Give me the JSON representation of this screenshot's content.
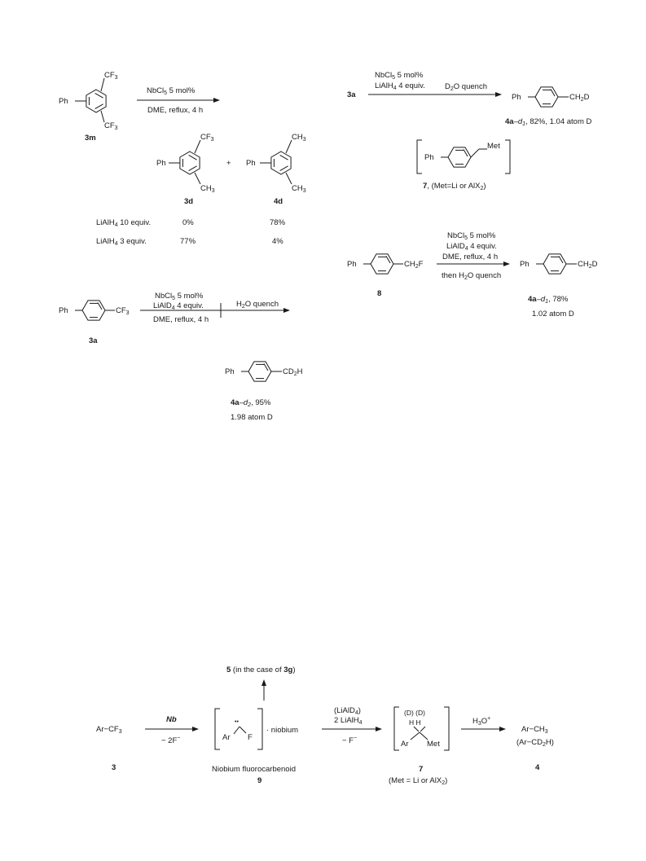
{
  "scheme_a": {
    "start_label": "3m",
    "start_ph": "Ph",
    "start_cf3_top": "CF",
    "start_cf3_top_sub": "3",
    "start_cf3_bot": "CF",
    "start_cf3_bot_sub": "3",
    "reagent_1_pre": "NbCl",
    "reagent_1_sub": "5",
    "reagent_1_post": " 5 mol%",
    "conditions": "DME, reflux, 4 h",
    "product_3d": {
      "label": "3d",
      "ph": "Ph",
      "top": "CF",
      "top_sub": "3",
      "bot": "CH",
      "bot_sub": "3"
    },
    "plus": "+",
    "product_4d": {
      "label": "4d",
      "ph": "Ph",
      "top": "CH",
      "top_sub": "3",
      "bot": "CH",
      "bot_sub": "3"
    },
    "rows": [
      {
        "reagent_pre": "LiAlH",
        "reagent_sub": "4",
        "reagent_post": " 10 equiv.",
        "yield_3d": "0%",
        "yield_4d": "78%"
      },
      {
        "reagent_pre": "LiAlH",
        "reagent_sub": "4",
        "reagent_post": " 3 equiv.",
        "yield_3d": "77%",
        "yield_4d": "4%"
      }
    ]
  },
  "scheme_b": {
    "start_label": "3a",
    "reagent_1_pre": "NbCl",
    "reagent_1_sub": "5",
    "reagent_1_post": " 5 mol%",
    "reagent_2_pre": "LiAlH",
    "reagent_2_sub": "4",
    "reagent_2_post": " 4 equiv.",
    "quench_pre": "D",
    "quench_sub": "2",
    "quench_post": "O quench",
    "product_ph": "Ph",
    "product_group_pre": "CH",
    "product_group_sub": "2",
    "product_group_post": "D",
    "product_label": "4a",
    "product_label_suffix": "–d",
    "product_label_sub": "1",
    "product_yield": ", 82%, 1.04 atom D",
    "intermediate": {
      "ph": "Ph",
      "met": "Met",
      "label": "7",
      "label_note_pre": ", (Met=Li or AlX",
      "label_note_sub": "2",
      "label_note_post": ")"
    }
  },
  "scheme_c": {
    "start_ph": "Ph",
    "start_group_pre": "CH",
    "start_group_sub": "2",
    "start_group_post": "F",
    "start_label": "8",
    "reagent_1_pre": "NbCl",
    "reagent_1_sub": "5",
    "reagent_1_post": " 5 mol%",
    "reagent_2_pre": "LiAlD",
    "reagent_2_sub": "4",
    "reagent_2_post": " 4 equiv.",
    "conditions": "DME, reflux, 4 h",
    "quench_pre": "then H",
    "quench_sub": "2",
    "quench_post": "O quench",
    "product_ph": "Ph",
    "product_group_pre": "CH",
    "product_group_sub": "2",
    "product_group_post": "D",
    "product_label": "4a",
    "product_label_suffix": "–d",
    "product_label_sub": "1",
    "product_yield": ", 78%",
    "product_atom_d": "1.02 atom D"
  },
  "scheme_d": {
    "start_ph": "Ph",
    "start_group_pre": "CF",
    "start_group_sub": "3",
    "start_label": "3a",
    "reagent_1_pre": "NbCl",
    "reagent_1_sub": "5",
    "reagent_1_post": "  5 mol%",
    "reagent_2_pre": "LiAlD",
    "reagent_2_sub": "4",
    "reagent_2_post": "  4 equiv.",
    "conditions": "DME, reflux, 4 h",
    "quench_pre": "H",
    "quench_sub": "2",
    "quench_post": "O quench",
    "product_ph": "Ph",
    "product_group_pre": "CD",
    "product_group_sub": "2",
    "product_group_post": "H",
    "product_label": "4a",
    "product_label_suffix": "–d",
    "product_label_sub": "2",
    "product_yield": ", 95%",
    "product_atom_d": "1.98 atom D"
  },
  "mechanism": {
    "side_product_num": "5",
    "side_product_text": " (in the case of ",
    "side_product_ref": "3g",
    "side_product_close": ")",
    "start_text_pre": "Ar",
    "start_text_dash": "−",
    "start_text_cf": "CF",
    "start_text_sub": "3",
    "start_label": "3",
    "step1_top": "Nb",
    "step1_bottom_pre": "− 2F",
    "step1_bottom_sup": "−",
    "carbenoid_ar": "Ar",
    "carbenoid_f": "F",
    "carbenoid_dots": "••",
    "carbenoid_suffix": "· niobium",
    "carbenoid_name": "Niobium fluorocarbenoid",
    "carbenoid_label": "9",
    "step2_top_1_pre": "(LiAlD",
    "step2_top_1_sub": "4",
    "step2_top_1_post": ")",
    "step2_top_2_pre": "2 LiAlH",
    "step2_top_2_sub": "4",
    "step2_bottom_pre": "− F",
    "step2_bottom_sup": "−",
    "int_d_labels": "(D) (D)",
    "int_h_labels": "H   H",
    "int_ar": "Ar",
    "int_met": "Met",
    "int_label": "7",
    "int_note_pre": "(Met = Li or AlX",
    "int_note_sub": "2",
    "int_note_post": ")",
    "step3_top_pre": "H",
    "step3_top_sub": "3",
    "step3_top_mid": "O",
    "step3_top_sup": "+",
    "product_line1_pre": "Ar",
    "product_line1_dash": "−",
    "product_line1_ch": "CH",
    "product_line1_sub": "3",
    "product_line2_pre": "(Ar",
    "product_line2_dash": "−",
    "product_line2_cd": "CD",
    "product_line2_sub": "2",
    "product_line2_post": "H)",
    "product_label": "4"
  }
}
